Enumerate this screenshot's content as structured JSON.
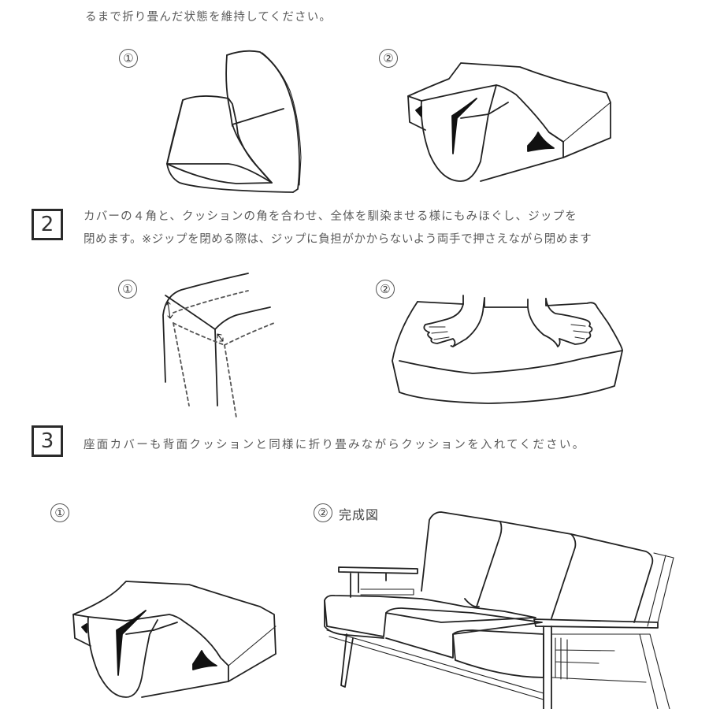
{
  "intro": {
    "continuation_text": "るまで折り畳んだ状態を維持してください。"
  },
  "step1_figures": [
    {
      "marker": "①",
      "illustration": "folded-cushion-side-view"
    },
    {
      "marker": "②",
      "illustration": "cushion-inserted-into-cover"
    }
  ],
  "steps": [
    {
      "number": "2",
      "lines": [
        "カバーの４角と、クッションの角を合わせ、全体を馴染ませる様にもみほぐし、ジップを",
        "閉めます。※ジップを閉める際は、ジップに負担がかからないよう両手で押さえながら閉めます"
      ],
      "figures": [
        {
          "marker": "①",
          "illustration": "corner-alignment-dashed"
        },
        {
          "marker": "②",
          "illustration": "hands-pressing-cushion"
        }
      ]
    },
    {
      "number": "3",
      "lines": [
        "座面カバーも背面クッションと同様に折り畳みながらクッションを入れてください。"
      ],
      "figures": [
        {
          "marker": "①",
          "label": "",
          "illustration": "seat-cushion-inserted-into-cover"
        },
        {
          "marker": "②",
          "label": "完成図",
          "illustration": "completed-three-seat-sofa"
        }
      ]
    }
  ],
  "colors": {
    "text": "#5a5a5a",
    "line_art": "#222222",
    "box_border": "#2a2a2a",
    "background": "#ffffff"
  }
}
